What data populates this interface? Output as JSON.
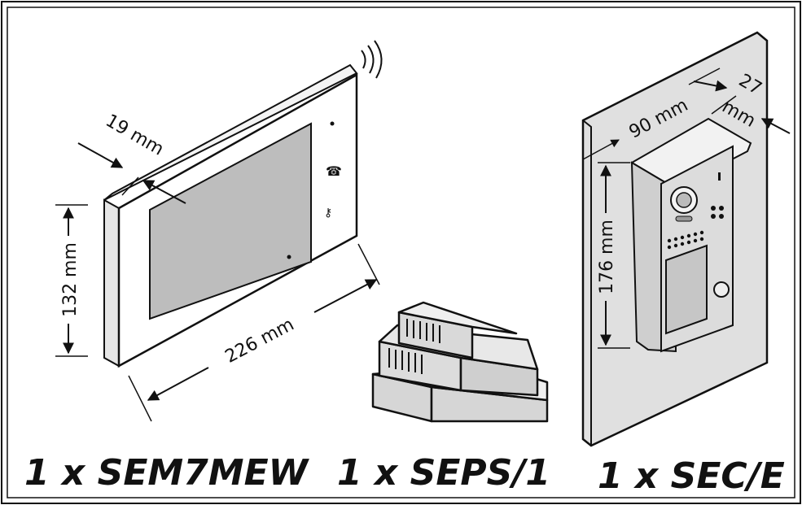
{
  "products": [
    {
      "label": "1 x SEM7MEW",
      "dimensions": {
        "width": "226 mm",
        "height": "132 mm",
        "depth": "19 mm"
      }
    },
    {
      "label": "1 x SEPS/1"
    },
    {
      "label": "1 x SEC/E",
      "dimensions": {
        "width": "90 mm",
        "height": "176 mm",
        "depth_value": "27",
        "depth_unit": "mm"
      }
    }
  ],
  "colors": {
    "line": "#111111",
    "screen": "#bdbdbd",
    "body": "#e8e8e8",
    "panel": "#d8d8d8",
    "wall": "#e0e0e0"
  }
}
